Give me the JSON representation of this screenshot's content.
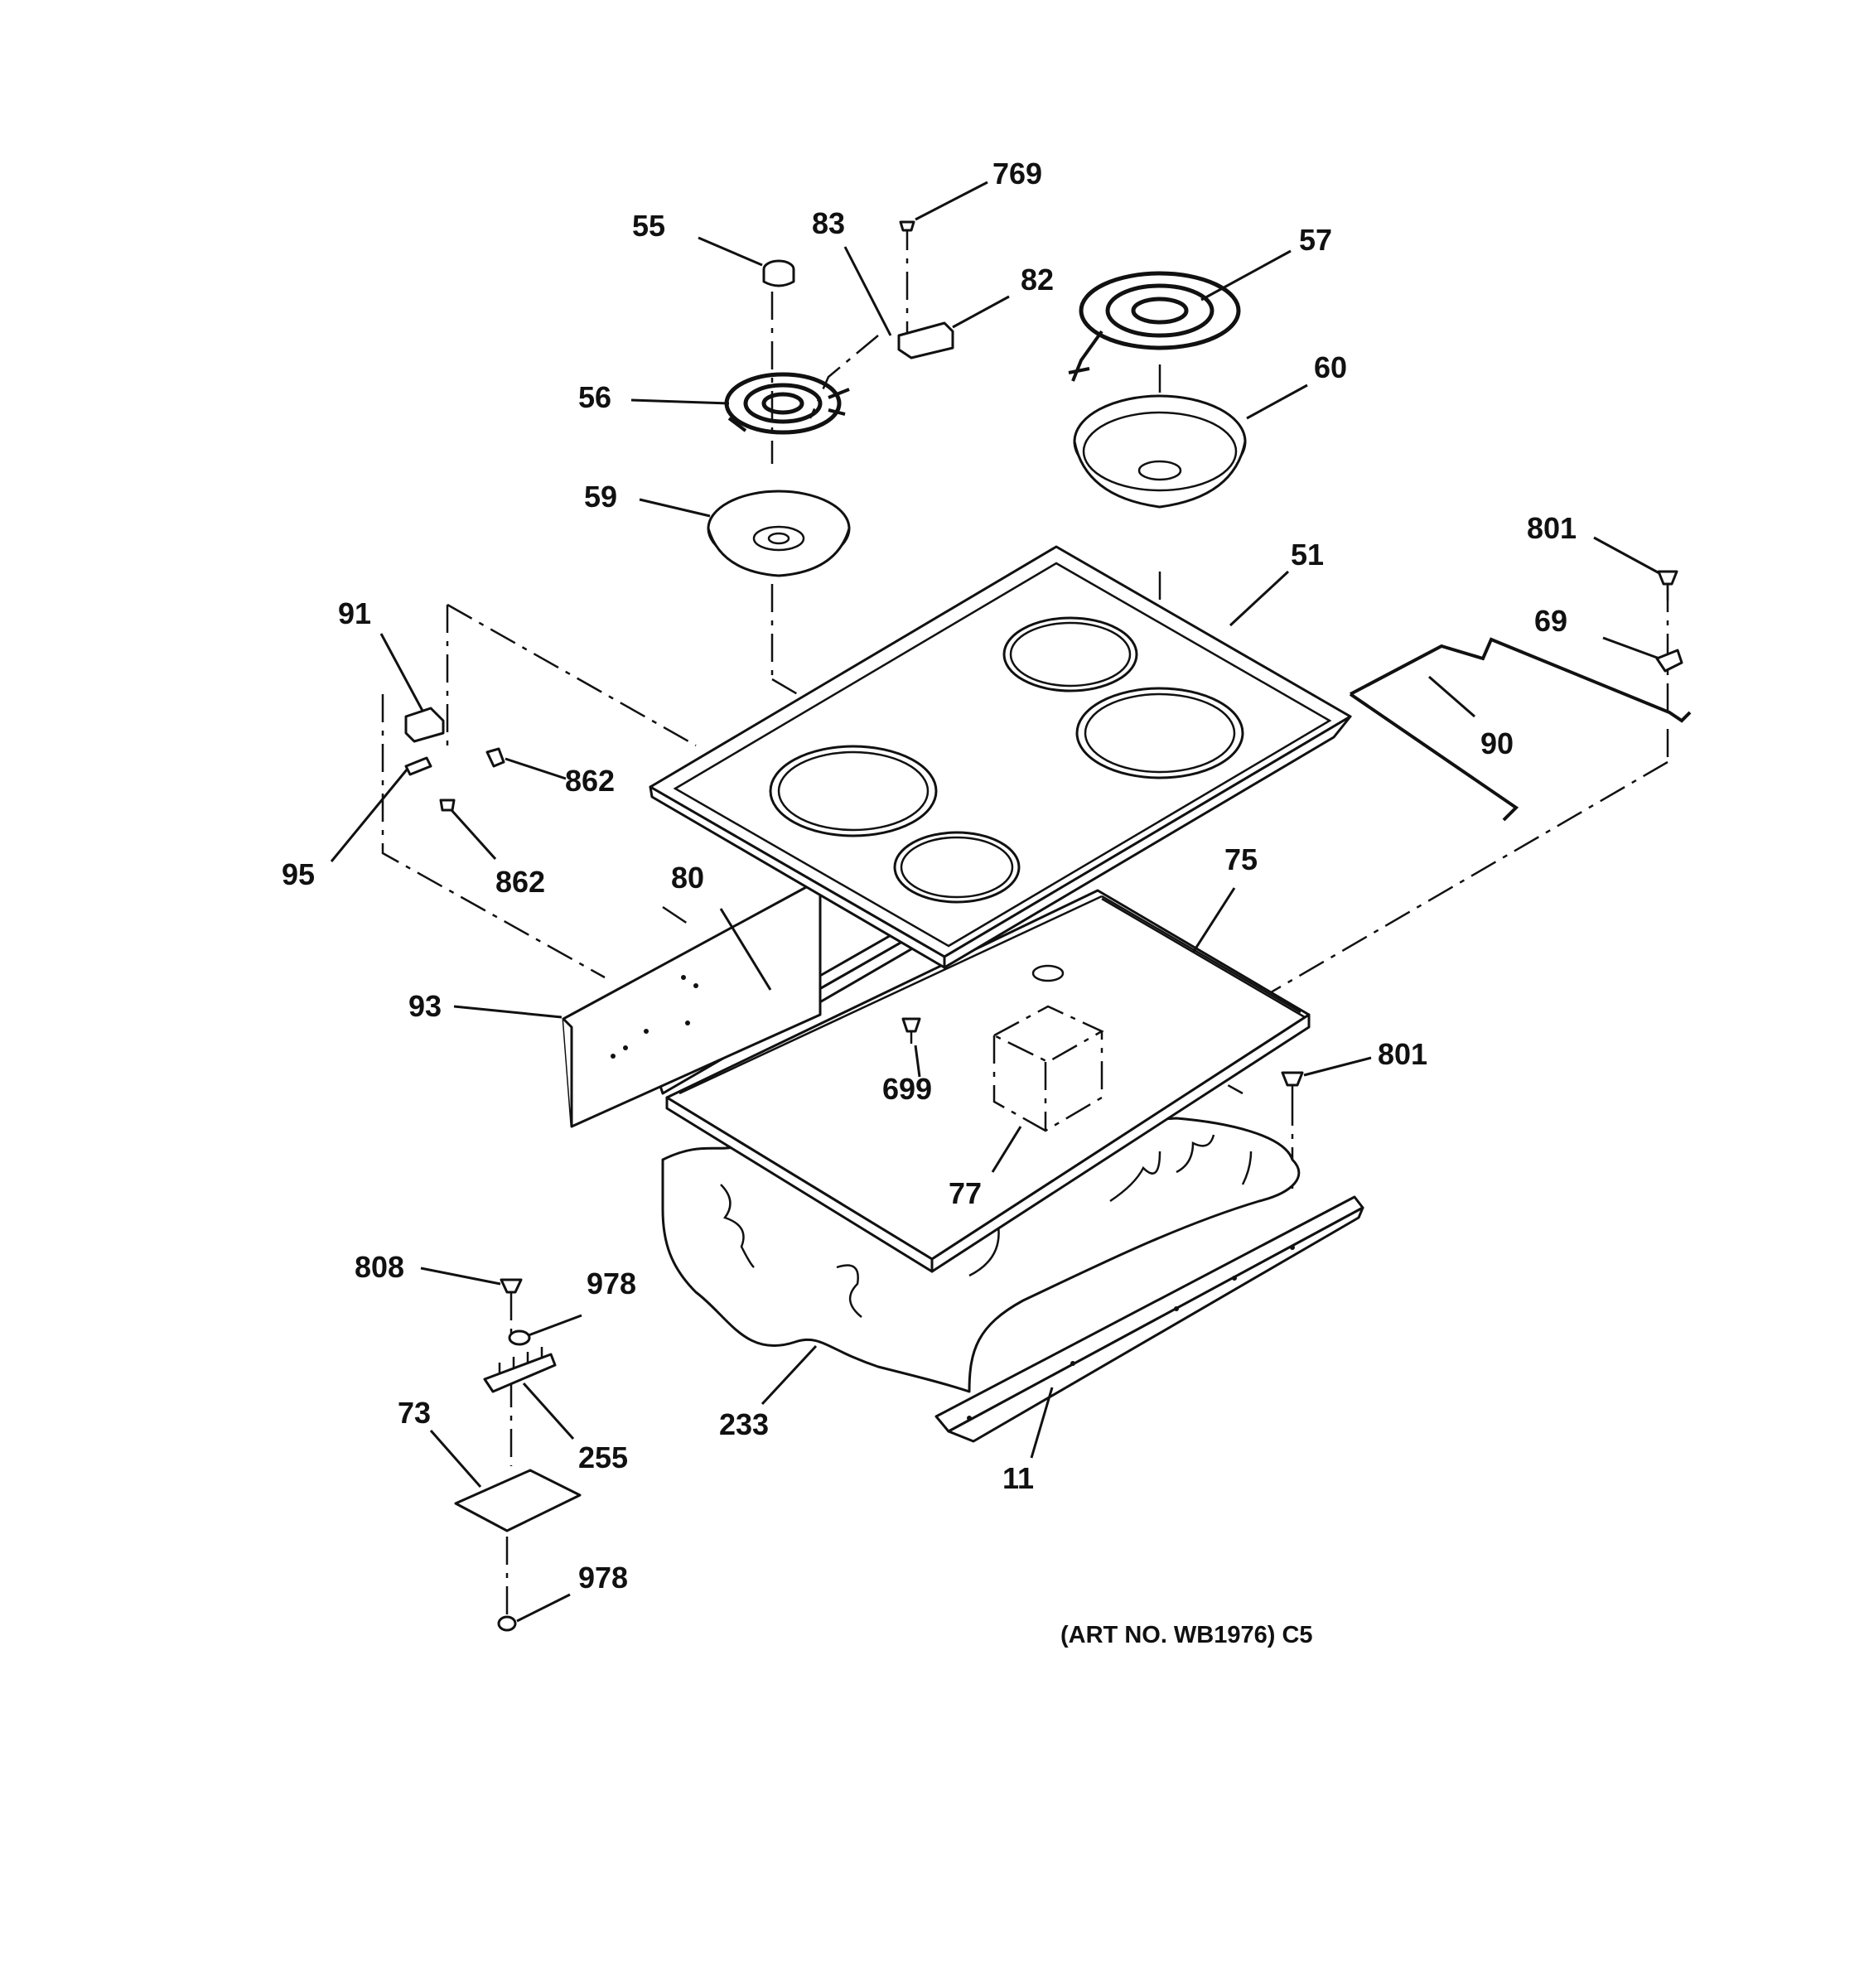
{
  "diagram": {
    "art_number": "(ART NO. WB1976) C5",
    "callouts": {
      "p769": "769",
      "p55": "55",
      "p83": "83",
      "p82": "82",
      "p57": "57",
      "p56": "56",
      "p60": "60",
      "p59": "59",
      "p801_top": "801",
      "p51": "51",
      "p91": "91",
      "p69": "69",
      "p90": "90",
      "p862_a": "862",
      "p95": "95",
      "p862_b": "862",
      "p80": "80",
      "p75": "75",
      "p93": "93",
      "p801_mid": "801",
      "p699": "699",
      "p77": "77",
      "p808": "808",
      "p978_top": "978",
      "p73": "73",
      "p255": "255",
      "p233": "233",
      "p11": "11",
      "p978_bottom": "978"
    }
  }
}
